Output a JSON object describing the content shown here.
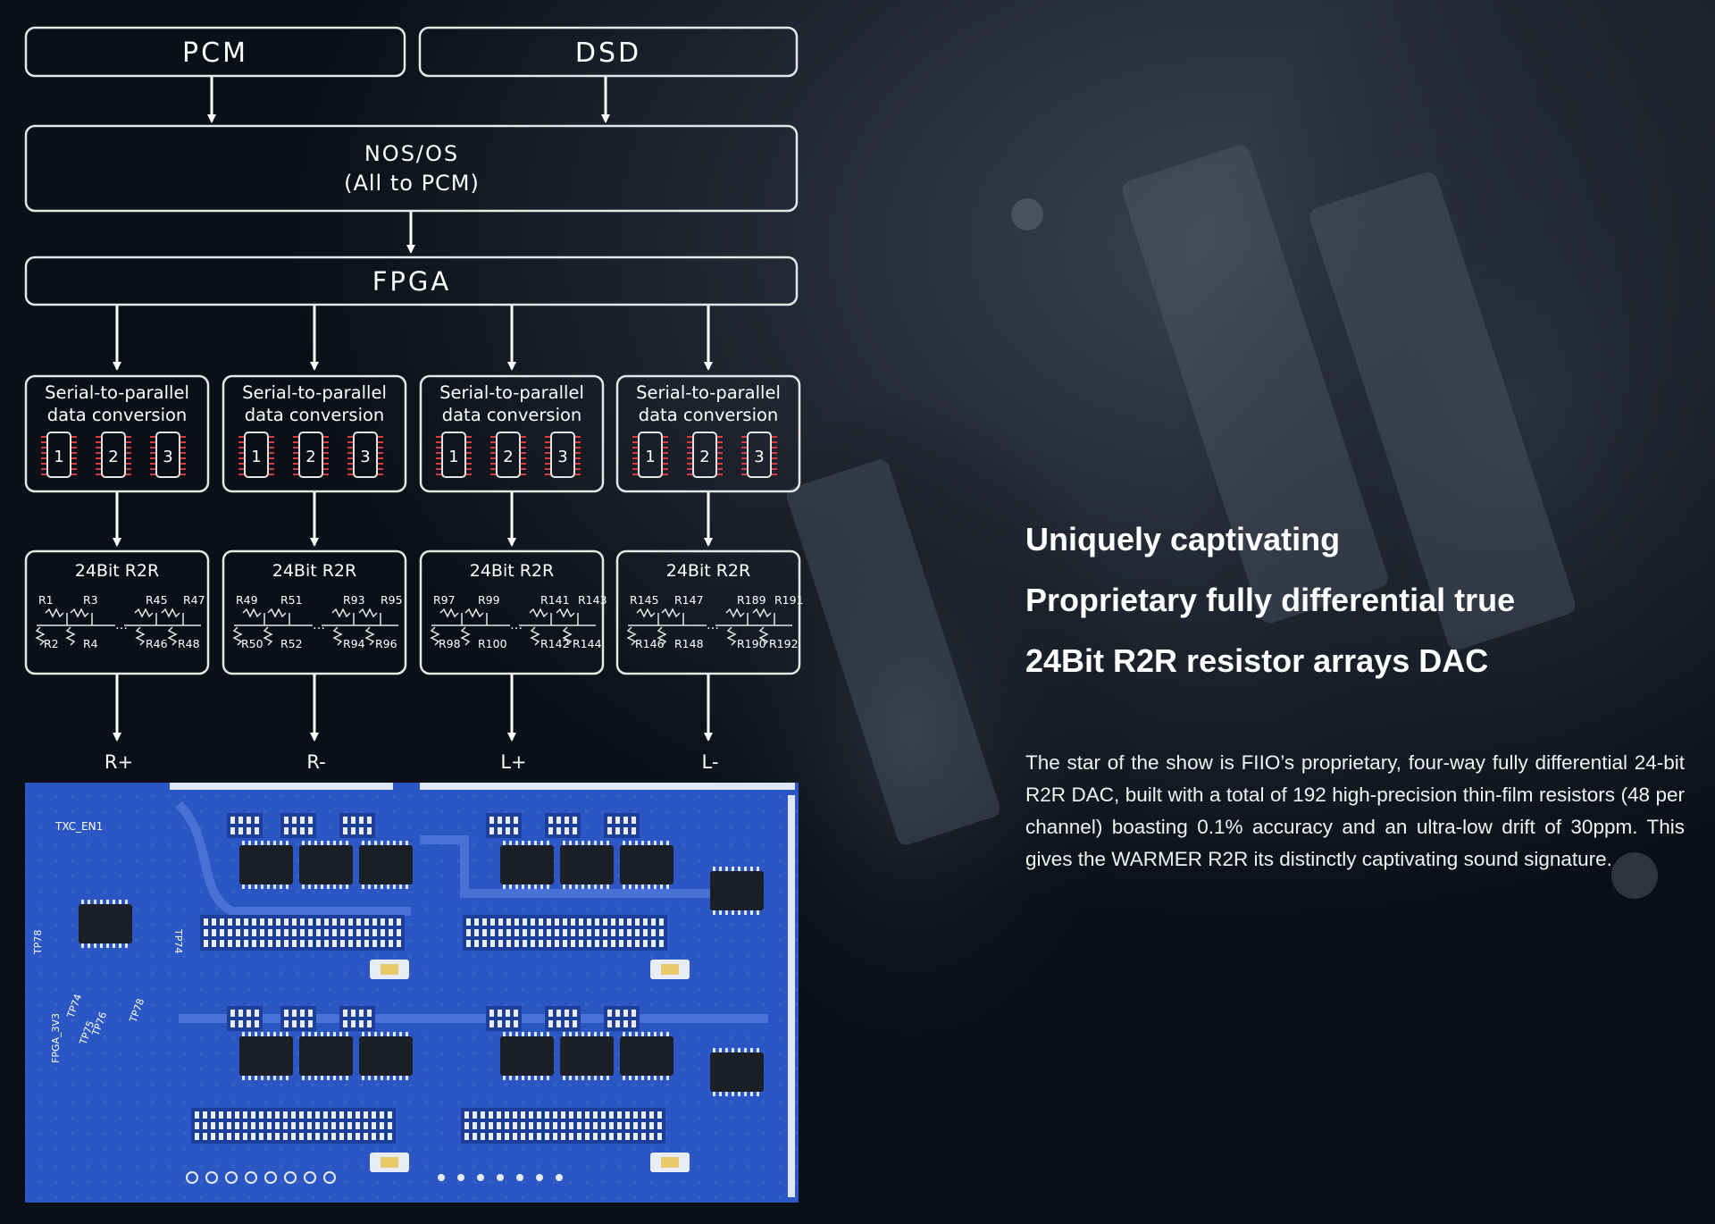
{
  "diagram": {
    "inputs": [
      "PCM",
      "DSD"
    ],
    "nos_os": {
      "line1": "NOS/OS",
      "line2": "(All to PCM)"
    },
    "fpga": "FPGA",
    "converter": {
      "line1": "Serial-to-parallel",
      "line2": "data conversion",
      "chips": [
        "1",
        "2",
        "3"
      ]
    },
    "r2r_title": "24Bit R2R",
    "r2r_columns": [
      {
        "top": [
          "R1",
          "R3",
          "R45",
          "R47"
        ],
        "bottom": [
          "R2",
          "R4",
          "R46",
          "R48"
        ]
      },
      {
        "top": [
          "R49",
          "R51",
          "R93",
          "R95"
        ],
        "bottom": [
          "R50",
          "R52",
          "R94",
          "R96"
        ]
      },
      {
        "top": [
          "R97",
          "R99",
          "R141",
          "R143"
        ],
        "bottom": [
          "R98",
          "R100",
          "R142",
          "R144"
        ]
      },
      {
        "top": [
          "R145",
          "R147",
          "R189",
          "R191"
        ],
        "bottom": [
          "R146",
          "R148",
          "R190",
          "R192"
        ]
      }
    ],
    "outputs": [
      "R+",
      "R-",
      "L+",
      "L-"
    ],
    "pcb_labels": [
      "TXC_EN1",
      "TP78",
      "TP74",
      "FPGA_3V3",
      "TP74",
      "TP75",
      "TP76",
      "TP78"
    ]
  },
  "copy": {
    "headline": [
      "Uniquely captivating",
      "Proprietary fully differential true",
      "24Bit R2R resistor arrays DAC"
    ],
    "body": "The star of the show is FIIO’s proprietary, four-way fully differential 24-bit R2R DAC, built with a total of 192 high-precision thin-film resistors (48 per channel) boasting 0.1% accuracy and an ultra-low drift of 30ppm. This gives the WARMER R2R its distinctly captivating sound signature."
  },
  "colors": {
    "background": "#0b0f17",
    "pcb": "#2b57c4",
    "pin": "#d93a3a",
    "box_stroke": "#e6e6e6"
  }
}
